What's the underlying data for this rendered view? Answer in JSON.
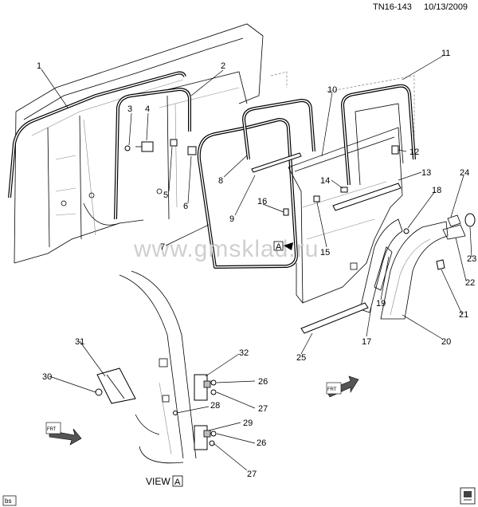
{
  "header": {
    "figure_id": "TN16-143",
    "date": "10/13/2009"
  },
  "watermark": "www.gmsklad.ru",
  "view_label": "VIEW",
  "view_ref": "A",
  "view_marker_label": "A",
  "front_arrow_label": "FRT",
  "corner_code": "bs",
  "callouts": [
    "1",
    "2",
    "3",
    "4",
    "5",
    "6",
    "7",
    "8",
    "9",
    "10",
    "11",
    "12",
    "13",
    "14",
    "15",
    "16",
    "17",
    "18",
    "19",
    "20",
    "21",
    "22",
    "23",
    "24",
    "25",
    "26",
    "27",
    "28",
    "29",
    "30",
    "31",
    "32"
  ],
  "callouts_repeat": [
    "26",
    "27"
  ]
}
